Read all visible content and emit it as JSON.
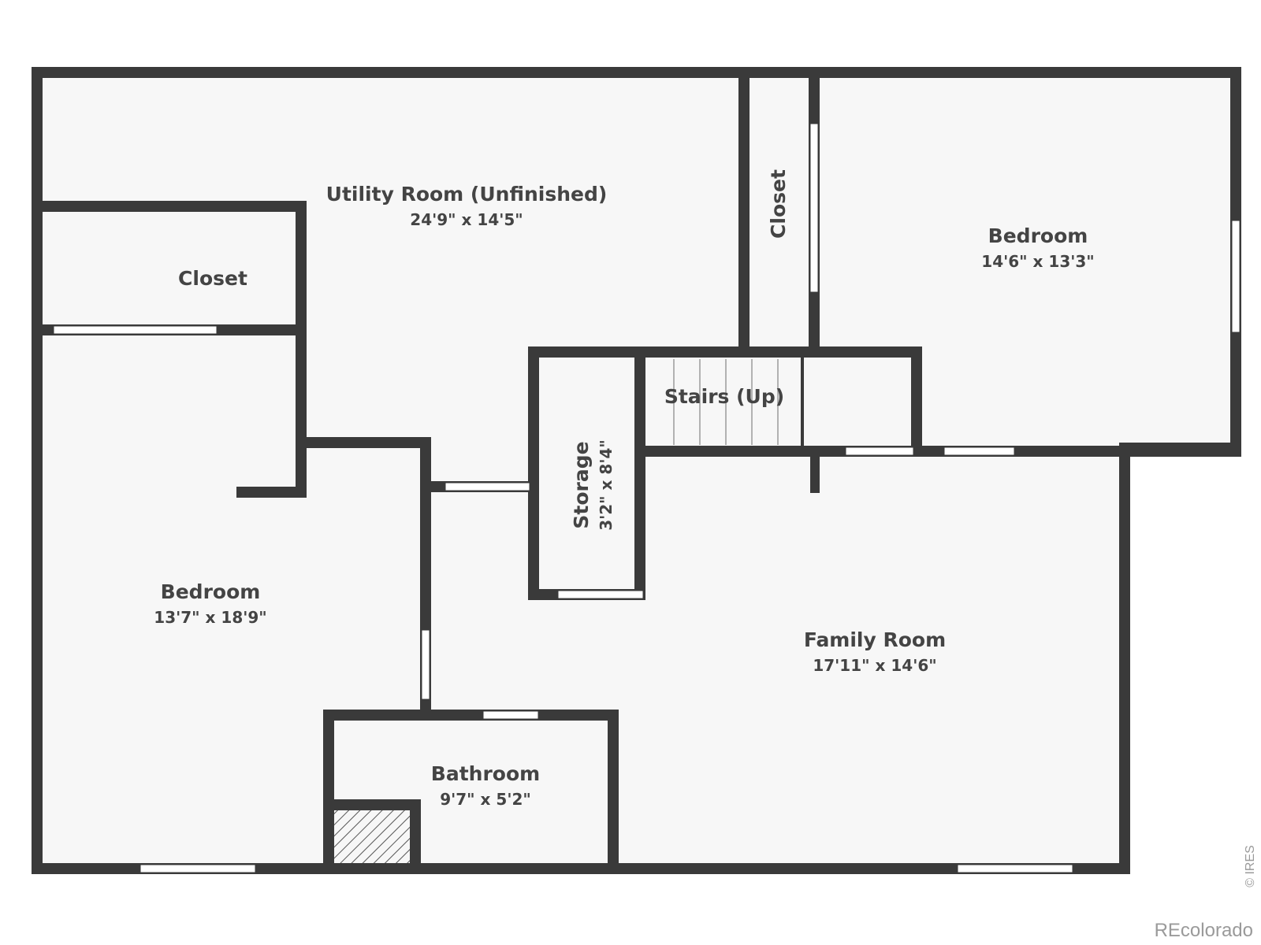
{
  "colors": {
    "wall": "#3a3a3a",
    "floor": "#f7f7f7",
    "text": "#444444",
    "opening": "#ffffff",
    "watermark": "#9a9a9a"
  },
  "rooms": {
    "utility": {
      "name": "Utility Room (Unfinished)",
      "dims": "24'9\" x 14'5\""
    },
    "closet_left": {
      "name": "Closet"
    },
    "closet_top": {
      "name": "Closet"
    },
    "bedroom_right": {
      "name": "Bedroom",
      "dims": "14'6\" x 13'3\""
    },
    "stairs": {
      "name": "Stairs (Up)"
    },
    "storage": {
      "name": "Storage",
      "dims": "3'2\" x 8'4\""
    },
    "bedroom_left": {
      "name": "Bedroom",
      "dims": "13'7\" x 18'9\""
    },
    "family": {
      "name": "Family Room",
      "dims": "17'11\" x 14'6\""
    },
    "bathroom": {
      "name": "Bathroom",
      "dims": "9'7\" x 5'2\""
    }
  },
  "watermark": {
    "credit": "REcolorado",
    "mark": "© IRES"
  }
}
